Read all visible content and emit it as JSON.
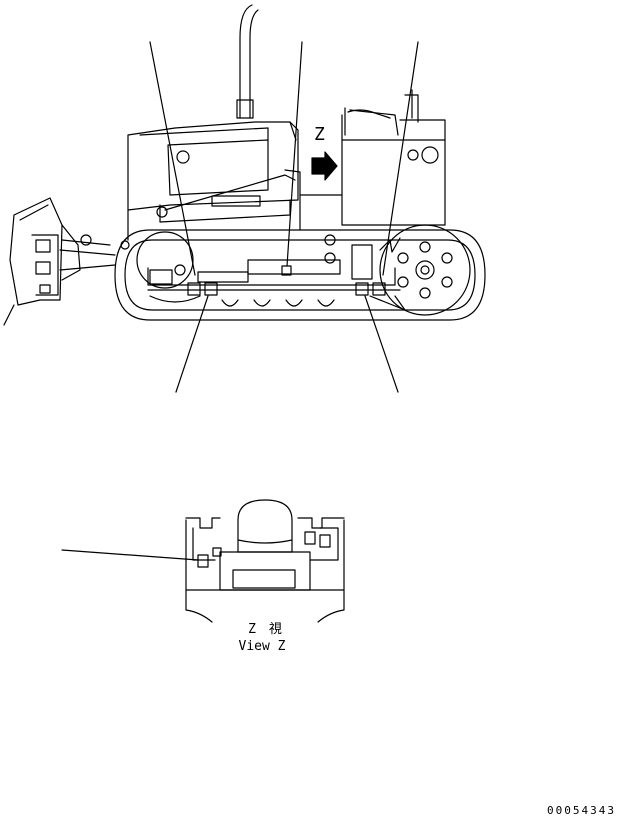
{
  "labels": {
    "view_marker": "Z",
    "view_caption_jp": "Z　視",
    "view_caption_en": "View Z",
    "drawing_number": "00054343"
  },
  "colors": {
    "line": "#000000",
    "background": "#ffffff"
  }
}
